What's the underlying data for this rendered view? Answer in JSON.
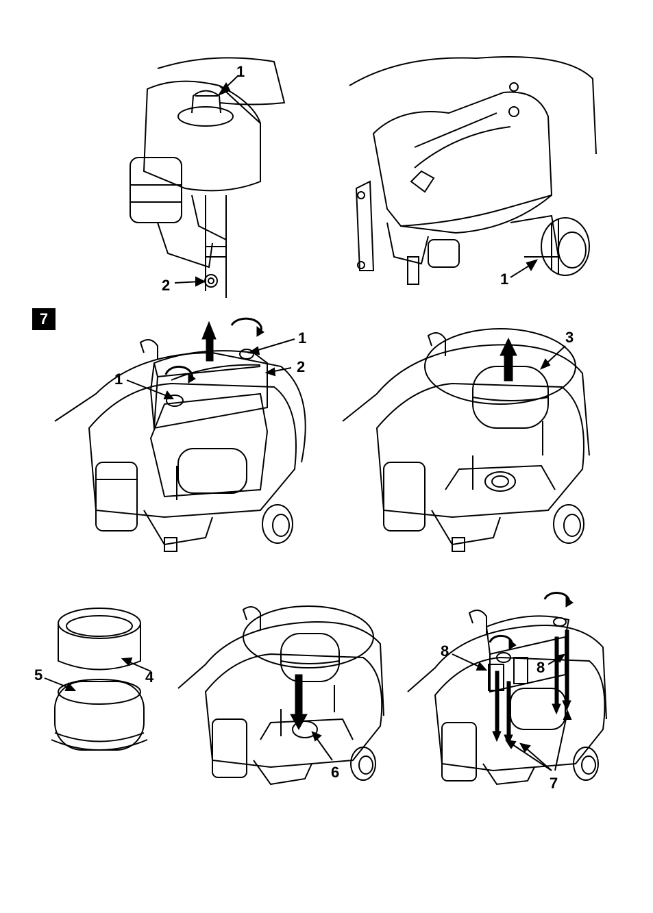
{
  "figure": {
    "section_number": "7",
    "panels": [
      {
        "id": "fuel-cap-drain",
        "callouts": [
          "1",
          "2"
        ]
      },
      {
        "id": "oil-filter",
        "callouts": [
          "1"
        ]
      },
      {
        "id": "remove-cover",
        "callouts": [
          "1",
          "1",
          "2"
        ]
      },
      {
        "id": "remove-filter",
        "callouts": [
          "3"
        ]
      },
      {
        "id": "filter-parts",
        "callouts": [
          "4",
          "5"
        ]
      },
      {
        "id": "install-filter",
        "callouts": [
          "6"
        ]
      },
      {
        "id": "reinstall-cover",
        "callouts": [
          "8",
          "8",
          "7"
        ]
      }
    ]
  },
  "colors": {
    "line": "#000000",
    "background": "#ffffff",
    "badge": "#000000"
  },
  "icons": [
    "rotate-arrow-icon",
    "up-arrow-icon",
    "down-arrow-icon",
    "leader-arrow-icon"
  ]
}
